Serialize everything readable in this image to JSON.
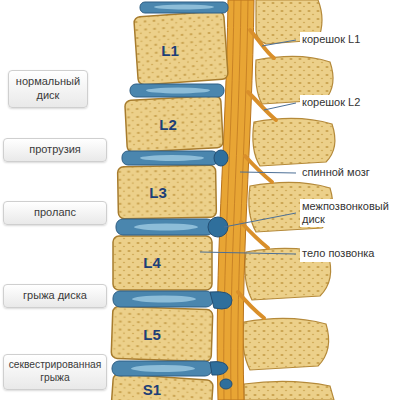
{
  "diagram": {
    "nodes": [
      {
        "text": [
          "нормальный диск"
        ]
      },
      {
        "text": [
          "протрузия"
        ]
      },
      {
        "text": [
          "пролапс"
        ]
      },
      {
        "text": [
          "грыжа диска"
        ]
      },
      {
        "text": [
          "секвестрированная грыжа"
        ]
      }
    ],
    "labels": [
      "L1",
      "корешок L1",
      "L2",
      "корешок L2",
      "спинной мозг",
      "L3",
      "межпозвонковый диск",
      "L4",
      "тело позвонка",
      "L5",
      "S1"
    ]
  }
}
